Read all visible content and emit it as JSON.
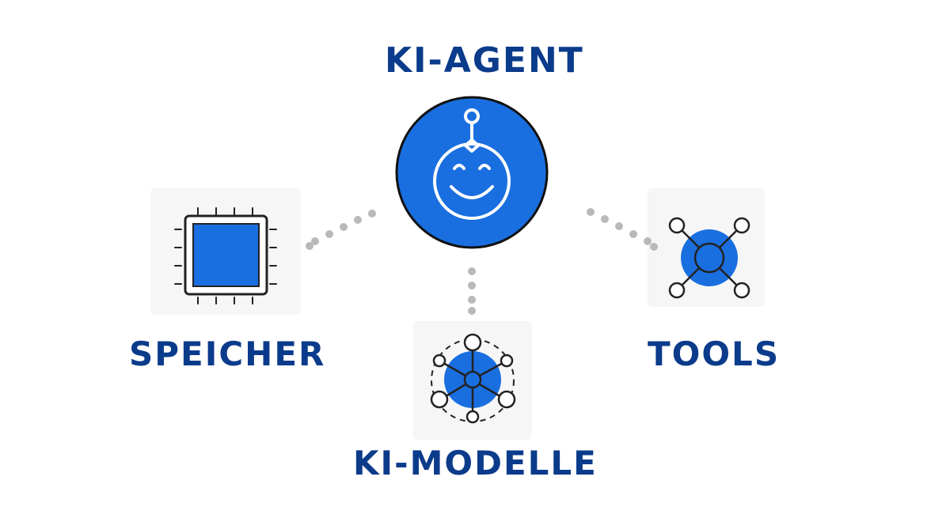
{
  "diagram": {
    "center_node": {
      "label": "KI-AGENT",
      "icon": "robot-face-icon",
      "color": "#1a6fe0"
    },
    "nodes": [
      {
        "id": "speicher",
        "label": "SPEICHER",
        "icon": "memory-chip-icon"
      },
      {
        "id": "modelle",
        "label": "KI-MODELLE",
        "icon": "neural-network-icon"
      },
      {
        "id": "tools",
        "label": "TOOLS",
        "icon": "tools-connector-icon"
      }
    ],
    "colors": {
      "label": "#0b3b8b",
      "accent": "#1a6fe0",
      "connector": "#b9b9b9",
      "outline": "#222222"
    }
  }
}
